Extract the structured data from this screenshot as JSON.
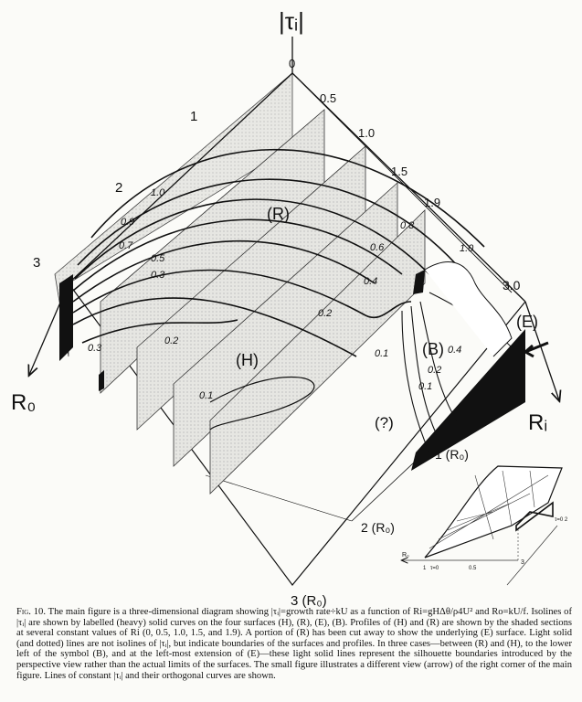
{
  "figure": {
    "vertical_axis_label": "|τᵢ|",
    "ri_axis_label": "Rᵢ",
    "ro_axis_label": "R₀",
    "ri_ticks": [
      "0",
      "0.5",
      "1.0",
      "1.5",
      "1.9",
      "3.0"
    ],
    "ro_ticks_top": [
      "1",
      "2",
      "3"
    ],
    "ro_ticks_base": [
      "1 (R₀)",
      "2 (R₀)",
      "3 (R₀)"
    ],
    "surface_labels": {
      "R": "(R)",
      "H": "(H)",
      "B": "(B)",
      "E": "(E)",
      "unknown": "(?)"
    },
    "isolines_R": [
      "1.0",
      "0.9",
      "0.7",
      "0.5",
      "0.3",
      "0.8",
      "0.6",
      "0.4",
      "0.2",
      "0.1",
      "1.0"
    ],
    "isolines_H": [
      "0.3",
      "0.2",
      "0.1"
    ],
    "isolines_B": [
      "0.4",
      "0.2",
      "0.1"
    ]
  },
  "inset": {
    "ro_label": "R₀",
    "tick_labels": [
      "1",
      "τ=0",
      "0.5",
      "3"
    ],
    "corner_label": "τ=0  2"
  },
  "caption": {
    "fig_number": "Fig. 10.",
    "text": "The main figure is a three-dimensional diagram showing |τᵢ|=growth rate÷kU as a function of Ri=gHΔθ/ρ4U² and Ro=kU/f. Isolines of |τᵢ| are shown by labelled (heavy) solid curves on the four surfaces (H), (R), (E), (B). Profiles of (H) and (R) are shown by the shaded sections at several constant values of Ri (0, 0.5, 1.0, 1.5, and 1.9). A portion of (R) has been cut away to show the underlying (E) surface. Light solid (and dotted) lines are not isolines of |τᵢ|, but indicate boundaries of the surfaces and profiles. In three cases—between (R) and (H), to the lower left of the symbol (B), and at the left-most extension of (E)—these light solid lines represent the silhouette boundaries introduced by the perspective view rather than the actual limits of the surfaces. The small figure illustrates a different view (arrow) of the right corner of the main figure. Lines of constant |τᵢ| and their orthogonal curves are shown."
  }
}
